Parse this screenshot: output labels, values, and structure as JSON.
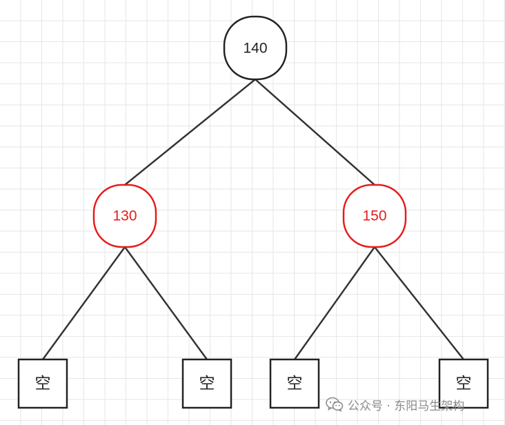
{
  "colors": {
    "edge": "#333333",
    "node_stroke": "#222222",
    "highlight": "#e51c1c",
    "text": "#222222",
    "watermark": "#8a8a8a"
  },
  "tree": {
    "root": {
      "label": "140",
      "color": "black"
    },
    "left": {
      "label": "130",
      "color": "red"
    },
    "right": {
      "label": "150",
      "color": "red"
    },
    "leaves": [
      {
        "label": "空"
      },
      {
        "label": "空"
      },
      {
        "label": "空"
      },
      {
        "label": "空"
      }
    ]
  },
  "watermark": {
    "icon": "wechat-icon",
    "text": "公众号 · 东阳马生架构"
  }
}
